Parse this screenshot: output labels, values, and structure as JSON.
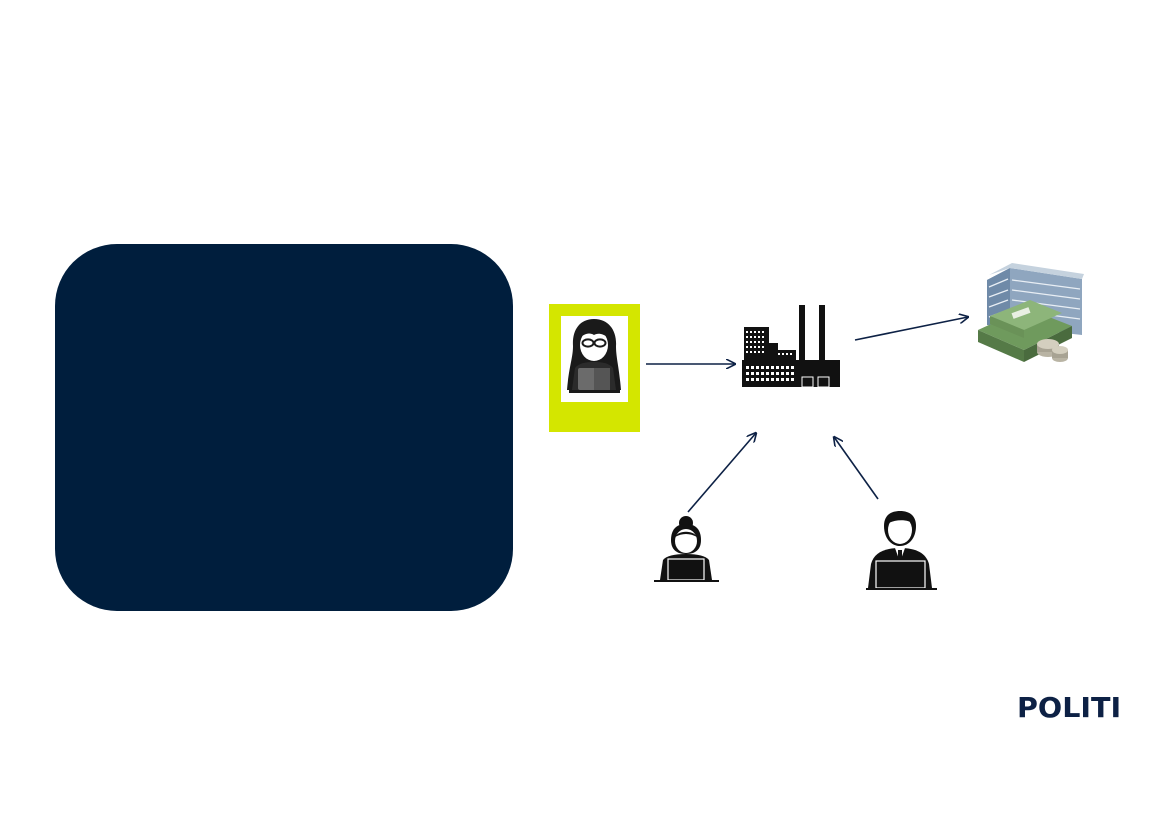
{
  "brand": {
    "logo_text": "POLITI"
  },
  "colors": {
    "panel": "#001e3d",
    "accent": "#d4e600",
    "arrow": "#0d2145",
    "icon": "#111111"
  },
  "diagram": {
    "nodes": [
      {
        "id": "hacker",
        "icon": "hooded-hacker-icon"
      },
      {
        "id": "factory",
        "icon": "factory-icon"
      },
      {
        "id": "bank",
        "icon": "bank-money-icon"
      },
      {
        "id": "employee-woman",
        "icon": "woman-laptop-icon"
      },
      {
        "id": "employee-man",
        "icon": "man-laptop-icon"
      }
    ],
    "edges": [
      {
        "from": "hacker",
        "to": "factory"
      },
      {
        "from": "factory",
        "to": "bank"
      },
      {
        "from": "employee-woman",
        "to": "factory"
      },
      {
        "from": "employee-man",
        "to": "factory"
      }
    ]
  }
}
